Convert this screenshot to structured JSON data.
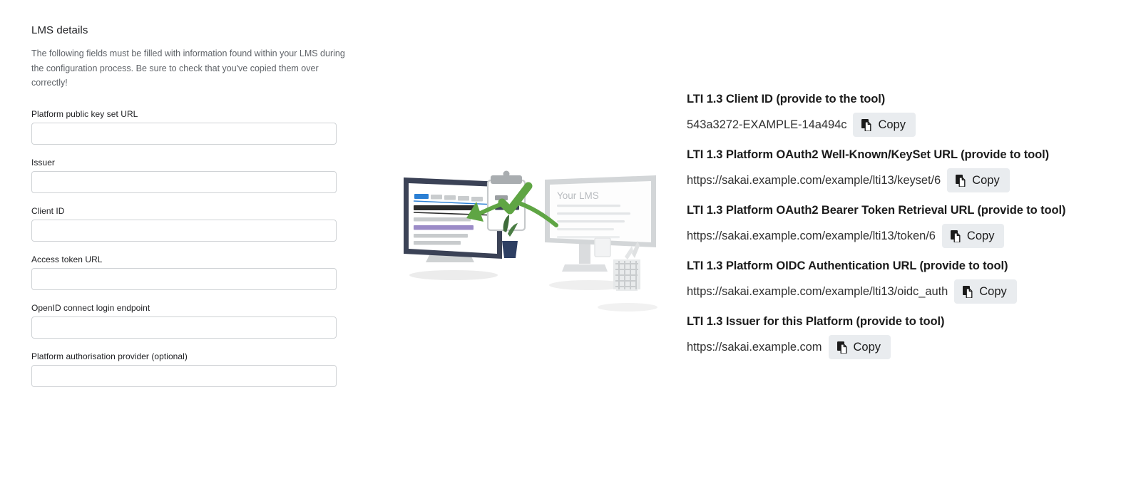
{
  "form": {
    "title": "LMS details",
    "description": "The following fields must be filled with information found within your LMS during the configuration process. Be sure to check that you've copied them over correctly!",
    "fields": [
      {
        "label": "Platform public key set URL",
        "value": "",
        "placeholder": ""
      },
      {
        "label": "Issuer",
        "value": "",
        "placeholder": ""
      },
      {
        "label": "Client ID",
        "value": "",
        "placeholder": ""
      },
      {
        "label": "Access token URL",
        "value": "",
        "placeholder": ""
      },
      {
        "label": "OpenID connect login endpoint",
        "value": "",
        "placeholder": ""
      },
      {
        "label": "Platform authorisation provider (optional)",
        "value": "",
        "placeholder": ""
      }
    ]
  },
  "illustration": {
    "name": "lms-configuration-illustration",
    "screen_label": "Your LMS",
    "colors": {
      "left_monitor_bezel": "#3b4256",
      "right_monitor_bezel": "#d3d6d8",
      "arrow_green": "#5fa544",
      "check_green": "#5fa544",
      "accent_blue": "#2b7fd4",
      "accent_purple": "#9b8bc7",
      "plant_pot_blue": "#2e3f63",
      "plant_green": "#3e6b3a"
    }
  },
  "lti_details": {
    "copy_label": "Copy",
    "copy_icon": "copy-icon",
    "entries": [
      {
        "heading": "LTI 1.3 Client ID (provide to the tool)",
        "value": "543a3272-EXAMPLE-14a494c"
      },
      {
        "heading": "LTI 1.3 Platform OAuth2 Well-Known/KeySet URL (provide to tool)",
        "value": "https://sakai.example.com/example/lti13/keyset/6"
      },
      {
        "heading": "LTI 1.3 Platform OAuth2 Bearer Token Retrieval URL (provide to tool)",
        "value": "https://sakai.example.com/example/lti13/token/6"
      },
      {
        "heading": "LTI 1.3 Platform OIDC Authentication URL (provide to tool)",
        "value": "https://sakai.example.com/example/lti13/oidc_auth"
      },
      {
        "heading": "LTI 1.3 Issuer for this Platform (provide to tool)",
        "value": "https://sakai.example.com"
      }
    ]
  }
}
